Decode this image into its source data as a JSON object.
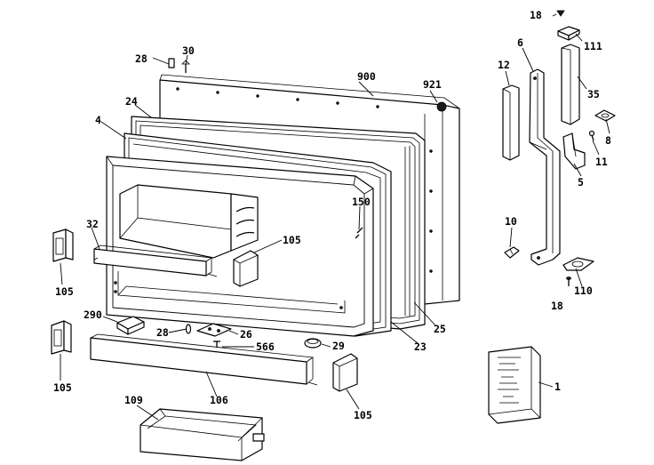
{
  "diagram": {
    "top_strip_text": "",
    "callouts": {
      "c18_top": "18",
      "c111": "111",
      "c6": "6",
      "c12": "12",
      "c35": "35",
      "c8": "8",
      "c11": "11",
      "c5": "5",
      "c10": "10",
      "c110": "110",
      "c18_bottom": "18",
      "c28_top": "28",
      "c30": "30",
      "c900": "900",
      "c921": "921",
      "c24": "24",
      "c4": "4",
      "c150": "150",
      "c32": "32",
      "c105_left_top": "105",
      "c105_center": "105",
      "c290": "290",
      "c28_mid": "28",
      "c26": "26",
      "c566": "566",
      "c29": "29",
      "c23": "23",
      "c25": "25",
      "c105_left_bottom": "105",
      "c106": "106",
      "c105_bottom": "105",
      "c109": "109",
      "c1": "1"
    }
  }
}
